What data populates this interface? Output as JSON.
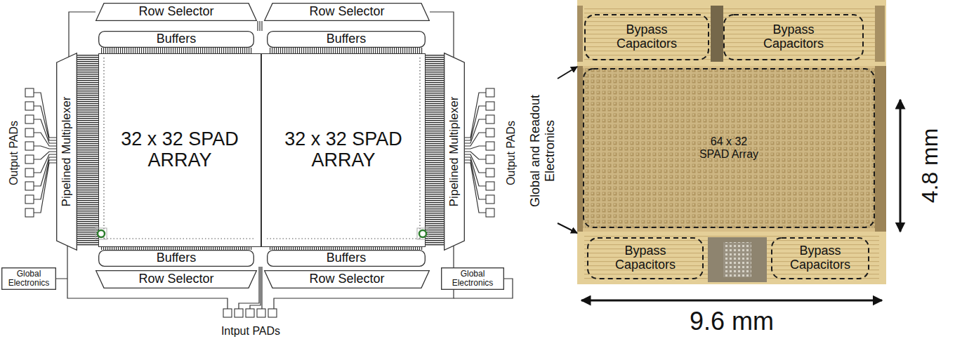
{
  "diagram": {
    "nodes": [
      {
        "text": [
          "Row Selector"
        ]
      },
      {
        "text": [
          "Row Selector"
        ]
      },
      {
        "text": [
          "Buffers"
        ]
      },
      {
        "text": [
          "Buffers"
        ]
      },
      {
        "text": [
          "Pipelined Multiplexer"
        ]
      },
      {
        "text": [
          "32 x 32 SPAD ARRAY"
        ]
      },
      {
        "text": [
          "32 x 32 SPAD ARRAY"
        ]
      },
      {
        "text": [
          "Pipelined Multiplexer"
        ]
      },
      {
        "text": [
          "Buffers"
        ]
      },
      {
        "text": [
          "Buffers"
        ]
      },
      {
        "text": [
          "Row Selector"
        ]
      },
      {
        "text": [
          "Row Selector"
        ]
      },
      {
        "text": [
          "Global Electronics"
        ]
      },
      {
        "text": [
          "Global Electronics"
        ]
      },
      {
        "text": [
          "Bypass Capacitors"
        ]
      },
      {
        "text": [
          "Bypass Capacitors"
        ]
      },
      {
        "text": [
          "64 x 32 SPAD Array"
        ]
      },
      {
        "text": [
          "Bypass Capacitors"
        ]
      },
      {
        "text": [
          "Bypass Capacitors"
        ]
      }
    ],
    "labels": [
      "Output PADs",
      "Output PADs",
      "Intput PADs",
      "Global and Readout Electronics",
      "4.8 mm",
      "9.6 mm"
    ]
  }
}
